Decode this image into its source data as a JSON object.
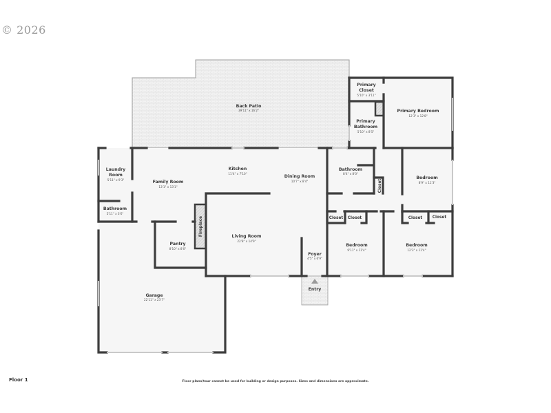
{
  "watermark": {
    "copyright": "© 2026"
  },
  "floor": {
    "label": "Floor 1"
  },
  "disclaimer": "Floor plans/tour cannot be used for building or design purposes. Sizes and dimensions are approximate.",
  "colors": {
    "wall": "#3d3d3d",
    "floor": "#f5f5f5",
    "patio": "#f0f0f0",
    "window": "#cfcfcf",
    "fireplace": "#d9d9d9"
  },
  "rooms": {
    "back_patio": {
      "name": "Back Patio",
      "dims": "39'11\" x 16'2\""
    },
    "primary_closet": {
      "name_line1": "Primary",
      "name_line2": "Closet",
      "dims": "5'10\" x 3'11\""
    },
    "primary_bathroom": {
      "name_line1": "Primary",
      "name_line2": "Bathroom",
      "dims": "5'10\" x 8'5\""
    },
    "primary_bedroom": {
      "name": "Primary Bedroom",
      "dims": "12'3\" x 12'8\""
    },
    "laundry_room": {
      "name_line1": "Laundry",
      "name_line2": "Room",
      "dims": "5'11\" x 9'3\""
    },
    "bathroom_small": {
      "name": "Bathroom",
      "dims": "5'11\" x 3'6\""
    },
    "family_room": {
      "name": "Family Room",
      "dims": "13'1\" x 13'1\""
    },
    "kitchen": {
      "name": "Kitchen",
      "dims": "11'4\" x 7'10\""
    },
    "dining_room": {
      "name": "Dining Room",
      "dims": "10'7\" x 8'4\""
    },
    "bathroom_hall": {
      "name": "Bathroom",
      "dims": "8'4\" x 8'0\""
    },
    "hall_closet": {
      "name": "Closet"
    },
    "bedroom_east": {
      "name": "Bedroom",
      "dims": "8'9\" x 11'3\""
    },
    "pantry": {
      "name": "Pantry",
      "dims": "8'10\" x 8'0\""
    },
    "fireplace": {
      "name": "Fireplace"
    },
    "living_room": {
      "name": "Living Room",
      "dims": "22'8\" x 14'9\""
    },
    "foyer": {
      "name": "Foyer",
      "dims": "4'5\" x 6'9\""
    },
    "entry": {
      "name": "Entry"
    },
    "closet_a": {
      "name": "Closet"
    },
    "closet_b": {
      "name": "Closet"
    },
    "closet_c": {
      "name": "Closet"
    },
    "closet_d": {
      "name": "Closet"
    },
    "bedroom_sw": {
      "name": "Bedroom",
      "dims": "9'11\" x 11'4\""
    },
    "bedroom_se": {
      "name": "Bedroom",
      "dims": "12'3\" x 11'4\""
    },
    "garage": {
      "name": "Garage",
      "dims": "22'11\" x 23'7\""
    }
  }
}
